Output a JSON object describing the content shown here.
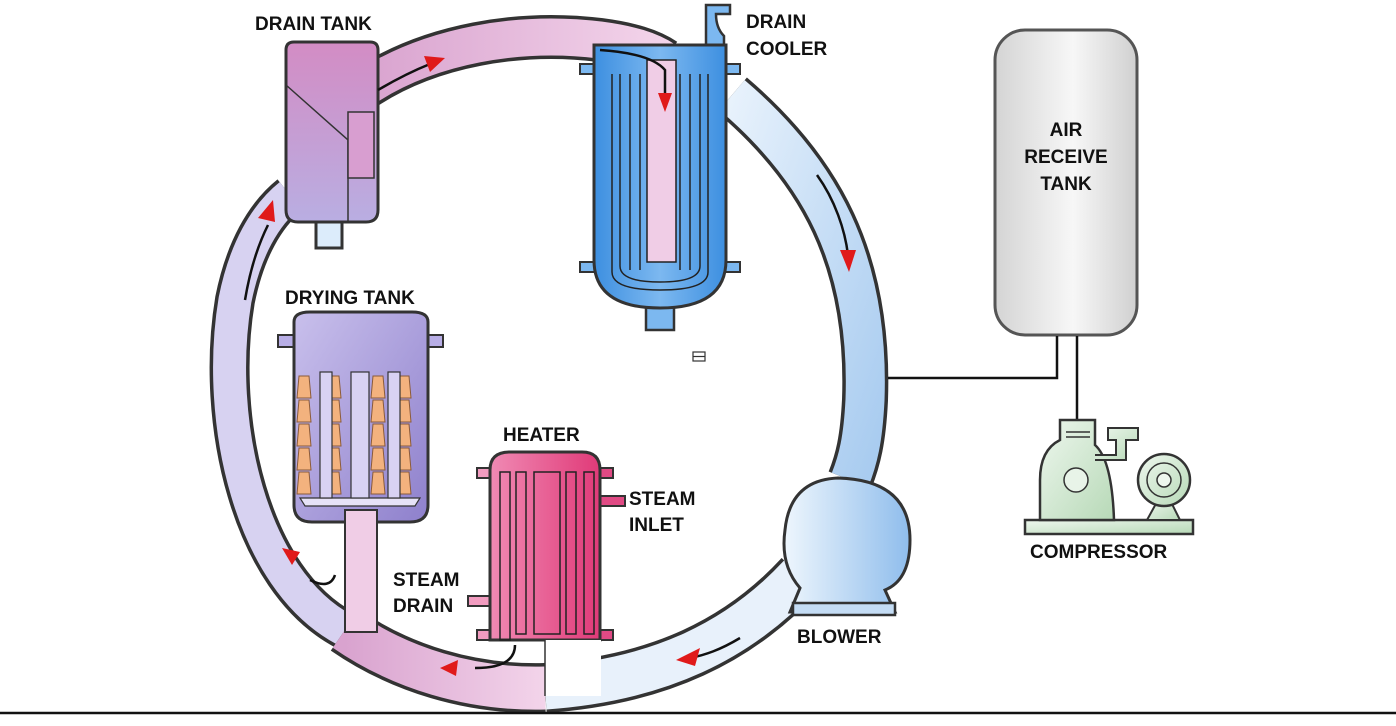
{
  "title": "Closed-loop air drying system",
  "labels": {
    "drain_tank": "DRAIN TANK",
    "drain_cooler": [
      "DRAIN",
      "COOLER"
    ],
    "air_receive_tank": [
      "AIR",
      "RECEIVE",
      "TANK"
    ],
    "drying_tank": "DRYING TANK",
    "heater": "HEATER",
    "steam_inlet": [
      "STEAM",
      "INLET"
    ],
    "steam_drain": [
      "STEAM",
      "DRAIN"
    ],
    "blower": "BLOWER",
    "compressor": "COMPRESSOR"
  },
  "colors": {
    "pink_pipe": "#eab8da",
    "blue_pipe": "#c4dcf4",
    "cooler_blue": "#4a9ae6",
    "drying_purple": "#a79ad8",
    "heater_pink": "#e8508a",
    "desiccant_orange": "#f3b27e",
    "receiver_grey": "#e6e6e6",
    "compressor_green": "#cfe6cf",
    "arrow_red": "#e01a1a",
    "outline": "#333333"
  },
  "flow_direction": "clockwise: drain tank → drain cooler → blower → heater → drying tank → drain tank"
}
